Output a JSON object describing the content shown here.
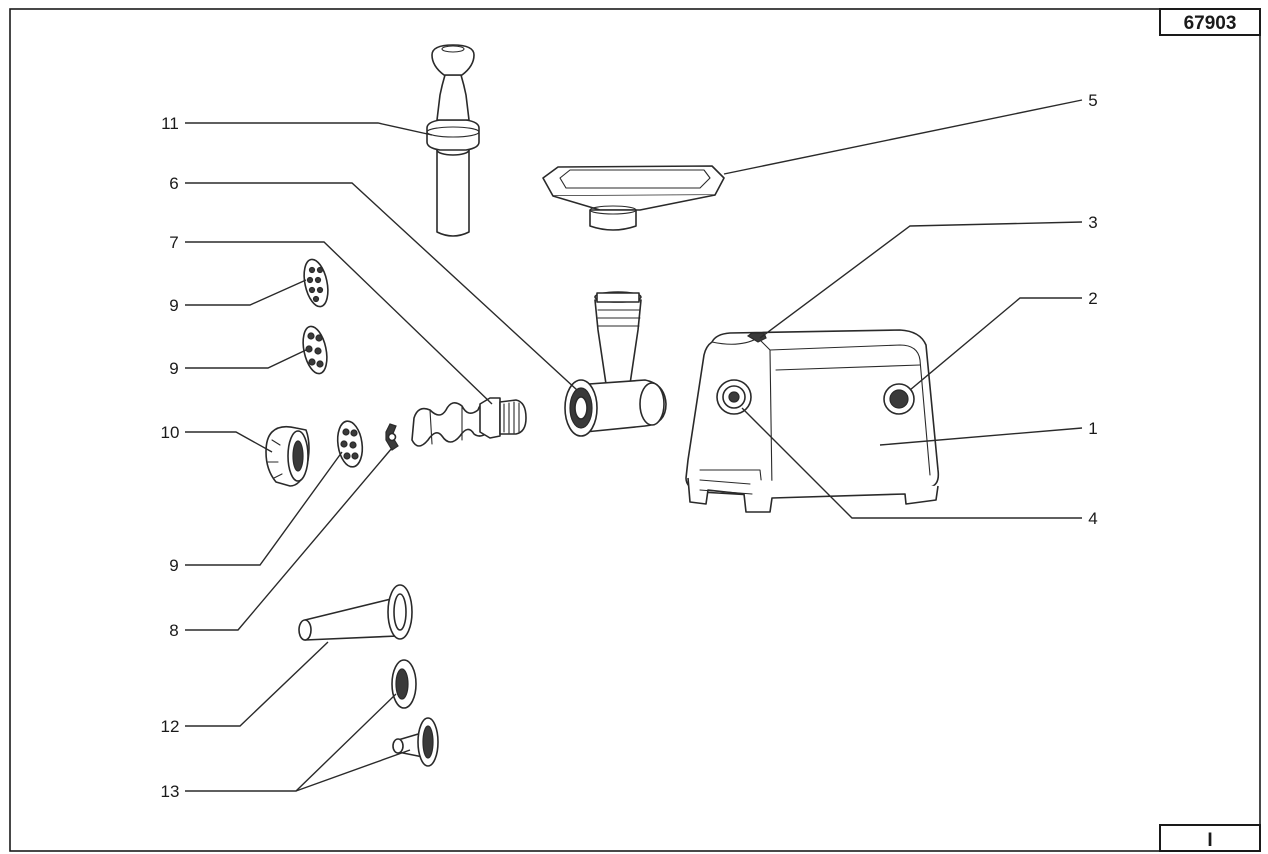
{
  "model_code": "67903",
  "sheet_label": "I",
  "callouts": {
    "c1": "1",
    "c2": "2",
    "c3": "3",
    "c4": "4",
    "c5": "5",
    "c6": "6",
    "c7": "7",
    "c8": "8",
    "c9a": "9",
    "c9b": "9",
    "c9c": "9",
    "c10": "10",
    "c11": "11",
    "c12": "12",
    "c13": "13"
  }
}
